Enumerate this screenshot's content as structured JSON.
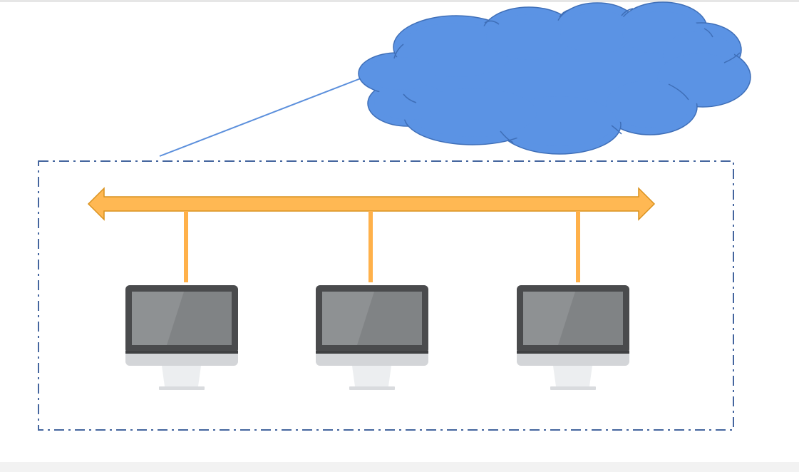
{
  "diagram": {
    "type": "network-topology",
    "nodes": [
      {
        "id": "internet",
        "icon": "cloud-icon"
      },
      {
        "id": "lan",
        "icon": "dashed-boundary"
      },
      {
        "id": "bus",
        "icon": "double-arrow-icon"
      },
      {
        "id": "computer-1",
        "icon": "monitor-icon"
      },
      {
        "id": "computer-2",
        "icon": "monitor-icon"
      },
      {
        "id": "computer-3",
        "icon": "monitor-icon"
      }
    ],
    "edges": [
      {
        "from": "lan",
        "to": "internet"
      },
      {
        "from": "computer-1",
        "to": "bus"
      },
      {
        "from": "computer-2",
        "to": "bus"
      },
      {
        "from": "computer-3",
        "to": "bus"
      }
    ]
  },
  "colors": {
    "cloud_fill": "#5b93e4",
    "cloud_stroke": "#3f6fb8",
    "uplink": "#5b8fdc",
    "boundary": "#44659e",
    "bus_fill": "#ffb853",
    "bus_stroke": "#d9921f",
    "drop_line": "#ffb14a",
    "monitor_bezel": "#4a4b4d",
    "monitor_screen": "#808385",
    "monitor_chin": "#d3d5d8",
    "monitor_stand": "#eceef0"
  }
}
